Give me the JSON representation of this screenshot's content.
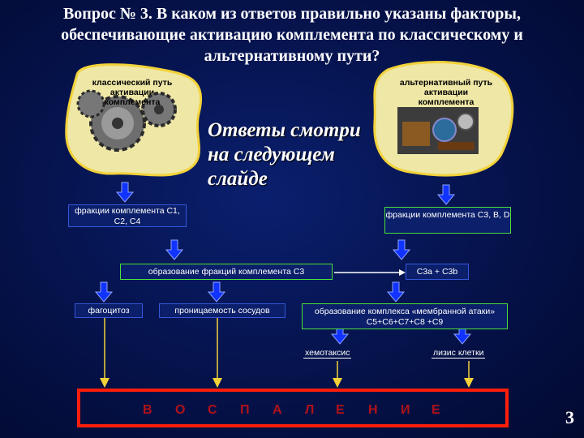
{
  "title": "Вопрос № 3. В каком из ответов правильно указаны факторы, обеспечивающие активацию комплемента по классическому и альтернативному пути?",
  "classical_label": "классический путь активации комплемента",
  "alternative_label": "альтернативный путь активации комплемента",
  "answer_note": "Ответы смотри на следующем слайде",
  "box_left": "фракции комплемента С1, С2, С4",
  "box_right": "фракции комплемента С3, В, D",
  "box_c3": "образование фракций комплемента С3",
  "c3_split": "С3а + С3b",
  "phago": "фагоцитоз",
  "permeability": "проницаемость сосудов",
  "mac": "образование комплекса «мембранной атаки» С5+С6+С7+С8 +С9",
  "chemotaxis": "хемотаксис",
  "lysis": "лизис клетки",
  "inflammation_letters": [
    "В",
    "О",
    "С",
    "П",
    "А",
    "Л",
    "Е",
    "Н",
    "И",
    "Е"
  ],
  "slide_number": "3",
  "colors": {
    "blob_fill": "#efe7a6",
    "blob_stroke": "#f2d23a",
    "green": "#4be03a",
    "red": "#ff1e0a",
    "arrow": "#1133ff"
  }
}
